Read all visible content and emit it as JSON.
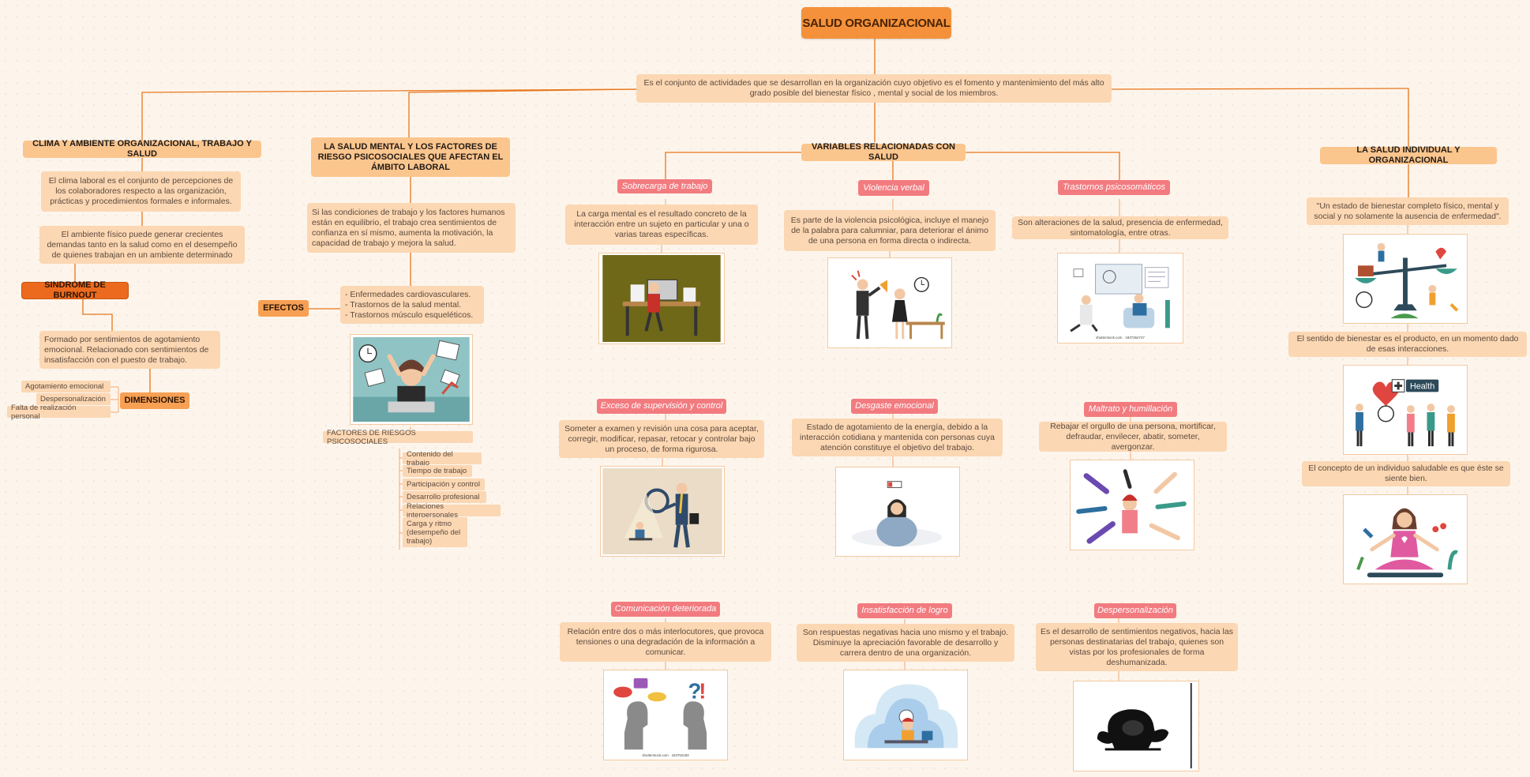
{
  "root": {
    "title": "SALUD ORGANIZACIONAL"
  },
  "definition": "Es el conjunto de actividades que se desarrollan en la organización cuyo objetivo es el fomento y mantenimiento del más alto grado posible del bienestar físico , mental y social de los  miembros.",
  "clima": {
    "title": "CLIMA Y AMBIENTE ORGANIZACIONAL, TRABAJO Y SALUD",
    "desc1": "El clima laboral es el conjunto de percepciones de los colaboradores respecto a las organización, prácticas y procedimientos formales e informales.",
    "desc2": "El ambiente físico puede generar crecientes demandas tanto en la salud como en el desempeño de quienes trabajan en un ambiente determinado",
    "burnout": "SINDROME DE BURNOUT",
    "burnout_desc": "Formado por sentimientos de agotamiento emocional. Relacionado con sentimientos de insatisfacción con el puesto de trabajo.",
    "dimensiones": "DIMENSIONES",
    "dims": [
      "Agotamiento emocional",
      "Despersonalización",
      "Falta de realización personal"
    ]
  },
  "mental": {
    "title": "LA SALUD MENTAL Y LOS FACTORES DE RIESGO PSICOSOCIALES QUE AFECTAN EL ÁMBITO LABORAL",
    "desc": "Si las condiciones de trabajo y los factores humanos están en equilibrio, el trabajo crea sentimientos de confianza en sí mismo, aumenta la motivación, la capacidad de trabajo y mejora la salud.",
    "efectos": "EFECTOS",
    "efectos_list": [
      "- Enfermedades cardiovasculares.",
      "- Trastornos de la salud mental.",
      "- Trastornos músculo esqueléticos."
    ],
    "factores": "FACTORES DE RIESGOS PSICOSOCIALES",
    "factores_list": [
      "Contenido del trabajo",
      "Tiempo de trabajo",
      "Participación y control",
      "Desarrollo profesional",
      "Relaciones interpersonales",
      "Carga y ritmo (desempeño del trabajo)"
    ]
  },
  "variables": {
    "title": "VARIABLES RELACIONADAS CON SALUD",
    "items": [
      {
        "label": "Sobrecarga de trabajo",
        "desc": "La carga mental es el resultado concreto de la interacción entre un sujeto en particular y una o varias tareas específicas."
      },
      {
        "label": "Violencia verbal",
        "desc": "Es parte de la violencia psicológica, incluye el manejo de la palabra para calumniar, para deteriorar el ánimo de una persona en forma directa o indirecta."
      },
      {
        "label": "Trastornos psicosomáticos",
        "desc": "Son alteraciones de la salud, presencia de enfermedad, sintomatología, entre otras."
      },
      {
        "label": "Exceso de supervisión y control",
        "desc": "Someter a examen y revisión una cosa para aceptar, corregir, modificar, repasar, retocar y controlar bajo un proceso, de forma rigurosa."
      },
      {
        "label": "Desgaste emocional",
        "desc": "Estado de agotamiento de la energía, debido a la interacción cotidiana y mantenida con personas cuya atención constituye el objetivo del trabajo."
      },
      {
        "label": "Maltrato y humillación",
        "desc": "Rebajar el orgullo de una persona, mortificar, defraudar, envilecer, abatir, someter, avergonzar."
      },
      {
        "label": "Comunicación deteriorada",
        "desc": "Relación entre dos o más interlocutores, que provoca tensiones o una degradación de la información a comunicar."
      },
      {
        "label": "Insatisfacción de logro",
        "desc": "Son respuestas negativas hacia uno mismo y el trabajo. Disminuye la apreciación favorable de desarrollo y carrera dentro de una organización."
      },
      {
        "label": "Despersonalización",
        "desc": "Es el desarrollo de sentimientos negativos, hacia las personas destinatarias del trabajo, quienes son vistas por los profesionales de forma deshumanizada."
      }
    ]
  },
  "individual": {
    "title": "LA SALUD INDIVIDUAL Y ORGANIZACIONAL",
    "quote": "\"Un estado de bienestar completo físico, mental y social y no solamente la ausencia de enfermedad\".",
    "desc1": "El sentido de bienestar es el producto, en un momento dado de esas interacciones.",
    "desc2": "El concepto de un individuo saludable es que éste se siente bien."
  },
  "image_text": {
    "health_sign": "Health",
    "stock1": "shutterstock.com · 1837364747",
    "stock2": "shutterstock.com · 434752183"
  },
  "colors": {
    "root": "#f4913a",
    "desc": "#fbd7b3",
    "main": "#fbc58e",
    "pink": "#f27b80",
    "dark": "#ec6a1e",
    "line": "#e8761c",
    "background": "#fdf5ec"
  }
}
